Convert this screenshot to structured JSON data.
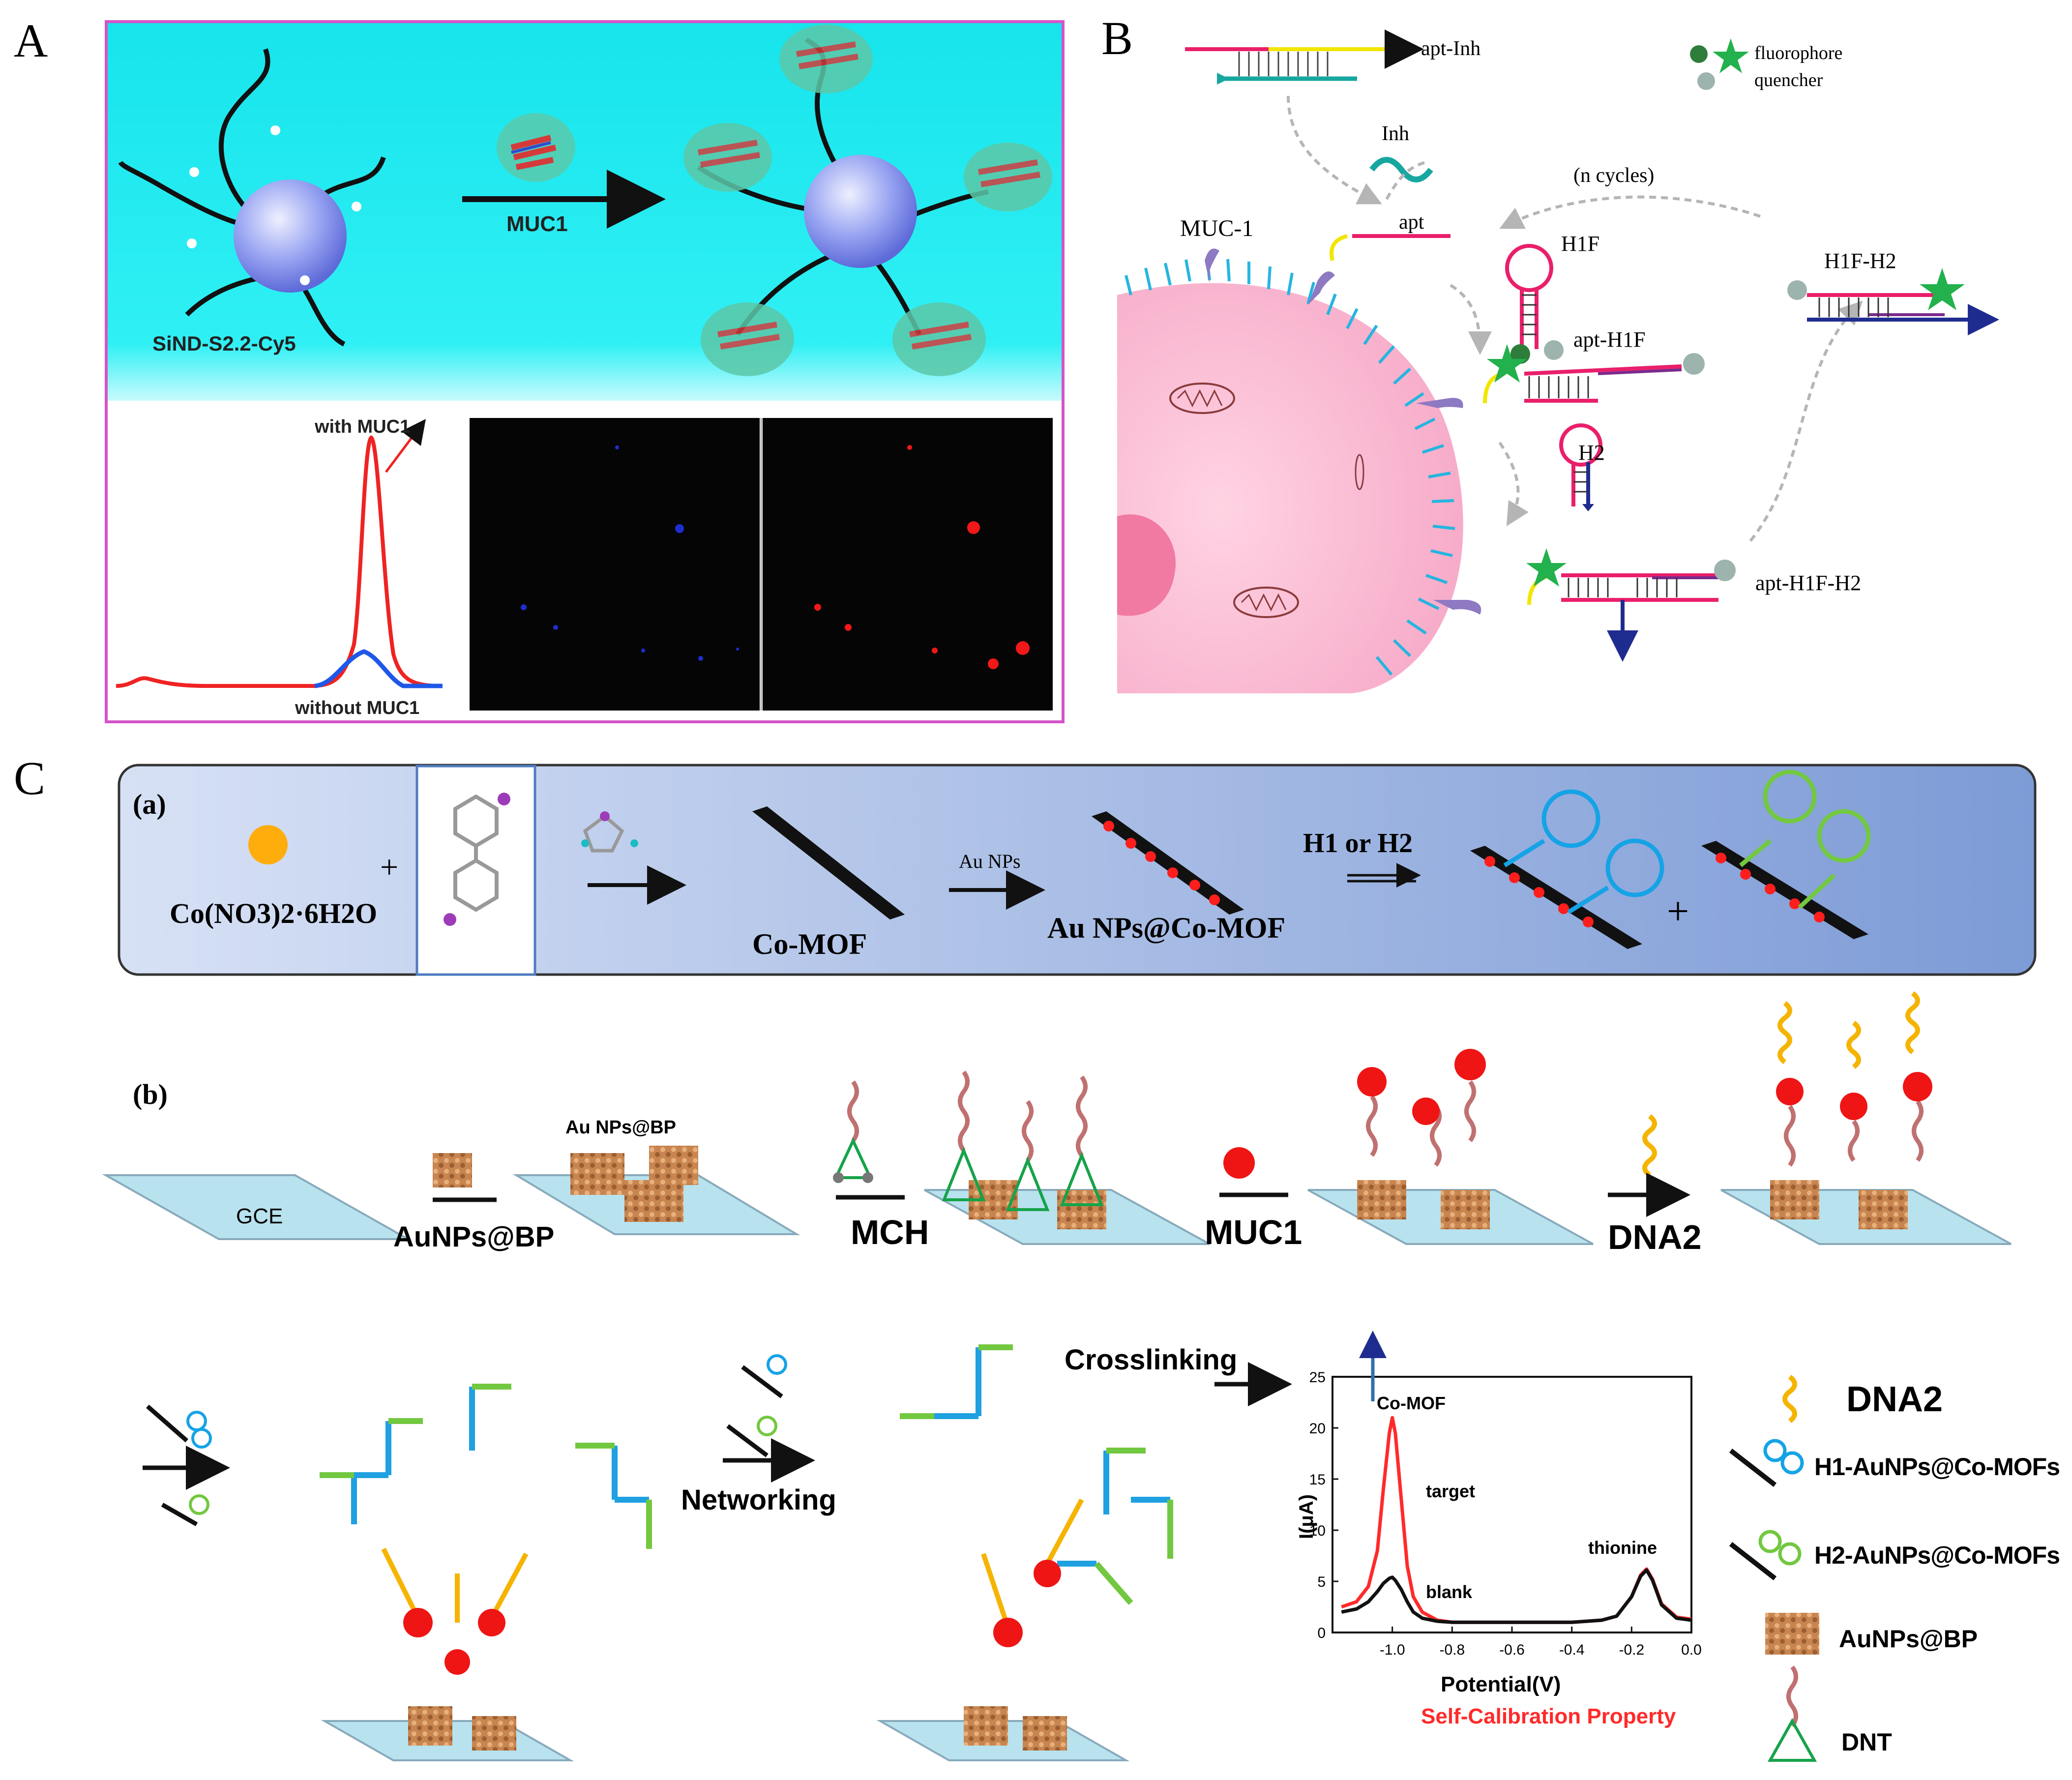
{
  "panels": {
    "A": {
      "letter": "A",
      "conjugate_label": "SiND-S2.2-Cy5",
      "arrow_label": "MUC1",
      "curve_with": "with MUC1",
      "curve_without": "without MUC1"
    },
    "B": {
      "letter": "B",
      "legend_fluorophore": "fluorophore",
      "legend_quencher": "quencher",
      "apt_inh": "apt-Inh",
      "inh": "Inh",
      "n_cycles": "(n cycles)",
      "muc1": "MUC-1",
      "apt": "apt",
      "h1f": "H1F",
      "h1f_h2": "H1F-H2",
      "apt_h1f": "apt-H1F",
      "h2": "H2",
      "apt_h1f_h2": "apt-H1F-H2"
    },
    "C": {
      "letter": "C",
      "sub_a": "(a)",
      "sub_b": "(b)",
      "cobalt_salt": "Co(NO3)2·6H2O",
      "plus": "+",
      "co_mof": "Co-MOF",
      "au_nps": "Au NPs",
      "au_nps_co_mof": "Au NPs@Co-MOF",
      "h1_or_h2": "H1 or H2",
      "gce": "GCE",
      "aunps_bp_arrow": "AuNPs@BP",
      "au_nps_bp": "Au NPs@BP",
      "mch": "MCH",
      "muc1": "MUC1",
      "dna2": "DNA2",
      "networking": "Networking",
      "crosslinking": "Crosslinking",
      "legend": {
        "dna2": "DNA2",
        "h1": "H1-AuNPs@Co-MOFs",
        "h2": "H2-AuNPs@Co-MOFs",
        "bp": "AuNPs@BP",
        "dnt": "DNT"
      }
    }
  },
  "chart_data": {
    "type": "line",
    "xlabel": "Potential(V)",
    "ylabel": "I(μA)",
    "xlim": [
      -1.2,
      0.0
    ],
    "ylim": [
      0,
      25
    ],
    "x_ticks": [
      "-1.0",
      "-0.8",
      "-0.6",
      "-0.4",
      "-0.2",
      "0.0"
    ],
    "y_ticks": [
      "0",
      "5",
      "10",
      "15",
      "20",
      "25"
    ],
    "annotations": {
      "co_mof": "Co-MOF",
      "target": "target",
      "blank": "blank",
      "thionine": "thionine",
      "caption": "Self-Calibration Property"
    },
    "series": [
      {
        "name": "target",
        "color": "#ff2a2a",
        "x": [
          -1.17,
          -1.12,
          -1.08,
          -1.05,
          -1.03,
          -1.01,
          -1.0,
          -0.99,
          -0.97,
          -0.95,
          -0.93,
          -0.9,
          -0.85,
          -0.8,
          -0.7,
          -0.6,
          -0.5,
          -0.4,
          -0.3,
          -0.25,
          -0.2,
          -0.17,
          -0.15,
          -0.13,
          -0.1,
          -0.05,
          0.0
        ],
        "y": [
          2.5,
          3.0,
          4.5,
          8.0,
          14.0,
          19.5,
          21.0,
          19.5,
          13.0,
          6.5,
          3.5,
          2.0,
          1.2,
          1.0,
          1.0,
          1.0,
          1.0,
          1.0,
          1.2,
          1.6,
          3.5,
          5.6,
          6.2,
          5.2,
          2.8,
          1.5,
          1.3
        ]
      },
      {
        "name": "blank",
        "color": "#111111",
        "x": [
          -1.17,
          -1.12,
          -1.08,
          -1.05,
          -1.03,
          -1.01,
          -1.0,
          -0.99,
          -0.97,
          -0.95,
          -0.93,
          -0.9,
          -0.85,
          -0.8,
          -0.7,
          -0.6,
          -0.5,
          -0.4,
          -0.3,
          -0.25,
          -0.2,
          -0.17,
          -0.15,
          -0.13,
          -0.1,
          -0.05,
          0.0
        ],
        "y": [
          2.0,
          2.3,
          3.0,
          4.0,
          4.8,
          5.3,
          5.4,
          5.1,
          4.2,
          3.0,
          2.0,
          1.4,
          1.1,
          1.0,
          1.0,
          1.0,
          1.0,
          1.0,
          1.2,
          1.6,
          3.5,
          5.5,
          6.1,
          5.1,
          2.7,
          1.4,
          1.2
        ]
      }
    ]
  }
}
